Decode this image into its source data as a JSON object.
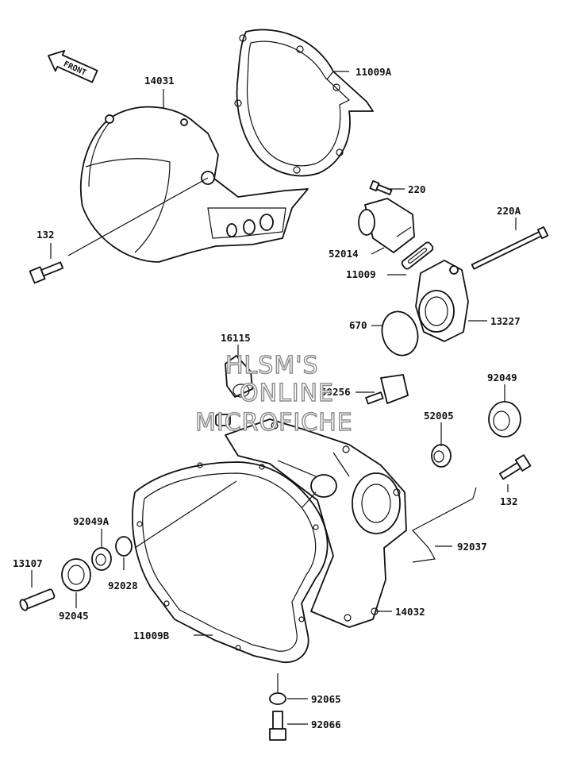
{
  "watermark": {
    "line1": "HLSM'S",
    "line2": "ONLINE",
    "line3": "MICROFICHE"
  },
  "front_arrow": {
    "text": "FRONT"
  },
  "labels": {
    "p14031": "14031",
    "p11009A": "11009A",
    "p220": "220",
    "p220A": "220A",
    "p132_top": "132",
    "p52014": "52014",
    "p11009": "11009",
    "p670": "670",
    "p13227": "13227",
    "p16115": "16115",
    "p59256": "59256",
    "p92049": "92049",
    "p52005": "52005",
    "p132_right": "132",
    "p92049A": "92049A",
    "p92028": "92028",
    "p92037": "92037",
    "p13107": "13107",
    "p92045": "92045",
    "p14032": "14032",
    "p11009B": "11009B",
    "p92065": "92065",
    "p92066": "92066"
  }
}
